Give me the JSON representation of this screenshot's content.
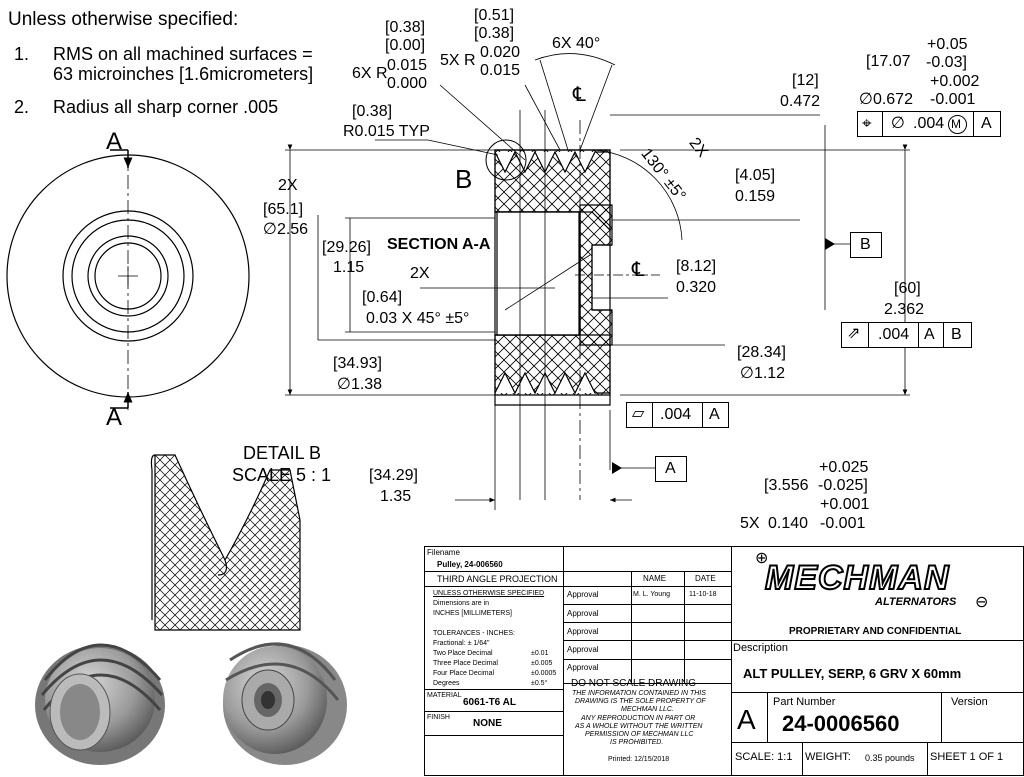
{
  "notes": {
    "header": "Unless otherwise specified:",
    "items": [
      {
        "num": "1.",
        "line1": "RMS on all machined surfaces =",
        "line2": "63 microinches [1.6micrometers]"
      },
      {
        "num": "2.",
        "line1": "Radius all sharp corner .005",
        "line2": ""
      }
    ]
  },
  "section_marks": {
    "top": "A",
    "bottom": "A"
  },
  "dims": {
    "r_top_a": "[0.38]",
    "r_top_b": "[0.00]",
    "r_left_prefix": "6X R",
    "r_left_1": "0.015",
    "r_left_2": "0.000",
    "r2_top_a": "[0.51]",
    "r2_top_b": "[0.38]",
    "r2_prefix": "5X R",
    "r2_1": "0.020",
    "r2_2": "0.015",
    "angle_6x": "6X 40°",
    "typ_mm": "[0.38]",
    "typ_in": "R0.015 TYP",
    "dim_12_mm": "[12]",
    "dim_12_in": "0.472",
    "tol_17": "[17.07",
    "tol_17_plus": "+0.05",
    "tol_17_minus": "-0.03]",
    "dia_672": "∅0.672",
    "dia_672_plus": "+0.002",
    "dia_672_minus": "-0.001",
    "pos_tol": ".004",
    "pos_datum": "A",
    "pos_mod": "M",
    "pos_dia": "∅",
    "label_2x": "2X",
    "angle_130": "130° ±5°",
    "angle_2x": "2X",
    "dim_405_mm": "[4.05]",
    "dim_405_in": "0.159",
    "od_2x": "2X",
    "od_mm": "[65.1]",
    "od_in": "∅2.56",
    "detail_b": "B",
    "dim_2926_mm": "[29.26]",
    "dim_2926_in": "1.15",
    "section_title": "SECTION A-A",
    "cham_2x": "2X",
    "cham_mm": "[0.64]",
    "cham_in": "0.03  X 45° ±5°",
    "dim_812_mm": "[8.12]",
    "dim_812_in": "0.320",
    "datum_b": "B",
    "dim_60_mm": "[60]",
    "dim_60_in": "2.362",
    "runout_tol": ".004",
    "runout_a": "A",
    "runout_b": "B",
    "dim_3493_mm": "[34.93]",
    "dim_3493_in": "∅1.38",
    "dim_2834_mm": "[28.34]",
    "dim_2834_in": "∅1.12",
    "flat_tol": ".004",
    "flat_datum": "A",
    "datum_a": "A",
    "detail_title": "DETAIL B",
    "detail_scale": "SCALE 5 : 1",
    "dim_3429_mm": "[34.29]",
    "dim_3429_in": "1.35",
    "dim_3556_mm": "[3.556",
    "dim_3556_plus": "+0.025",
    "dim_3556_minus": "-0.025]",
    "dim_140_prefix": "5X",
    "dim_140_in": "0.140",
    "dim_140_plus": "+0.001",
    "dim_140_minus": "-0.001",
    "cl": "℄"
  },
  "title_block": {
    "filename_label": "Filename",
    "filename": "Pulley, 24-006560",
    "projection": "THIRD ANGLE PROJECTION",
    "name_header": "NAME",
    "date_header": "DATE",
    "approvals": [
      {
        "label": "Approval",
        "name": "M. L. Young",
        "date": "11-10-18"
      },
      {
        "label": "Approval",
        "name": "",
        "date": ""
      },
      {
        "label": "Approval",
        "name": "",
        "date": ""
      },
      {
        "label": "Approval",
        "name": "",
        "date": ""
      },
      {
        "label": "Approval",
        "name": "",
        "date": ""
      }
    ],
    "tol_lines": [
      "UNLESS OTHERWISE SPECIFIED",
      "Dimensions are in",
      "INCHES [MILLIMETERS]",
      "",
      "TOLERANCES - INCHES:",
      "Fractional:  ± 1/64\""
    ],
    "tol_rows": [
      {
        "label": "Two Place Decimal",
        "value": "±0.01"
      },
      {
        "label": "Three Place Decimal",
        "value": "±0.005"
      },
      {
        "label": "Four Place Decimal",
        "value": "±0.0005"
      },
      {
        "label": "Degrees",
        "value": "±0.5°"
      }
    ],
    "material_label": "MATERIAL",
    "material": "6061-T6 AL",
    "finish_label": "FINISH",
    "finish": "NONE",
    "do_not_scale": "DO NOT SCALE DRAWING",
    "prop_notice": [
      "THE INFORMATION CONTAINED IN THIS",
      "DRAWING IS THE SOLE PROPERTY OF",
      "MECHMAN LLC.",
      "ANY REPRODUCTION IN PART OR",
      "AS A WHOLE WITHOUT THE WRITTEN",
      "PERMISSION OF MECHMAN LLC",
      "IS PROHIBITED."
    ],
    "printed": "Printed: 12/15/2018",
    "logo_main": "MECHMAN",
    "logo_sub": "ALTERNATORS",
    "proprietary": "PROPRIETARY AND CONFIDENTIAL",
    "description_label": "Description",
    "description": "ALT PULLEY, SERP, 6 GRV X 60mm",
    "size": "A",
    "part_label": "Part Number",
    "part_number": "24-0006560",
    "version_label": "Version",
    "scale": "SCALE: 1:1",
    "weight_label": "WEIGHT:",
    "weight": "0.35 pounds",
    "sheet": "SHEET 1 OF 1"
  }
}
